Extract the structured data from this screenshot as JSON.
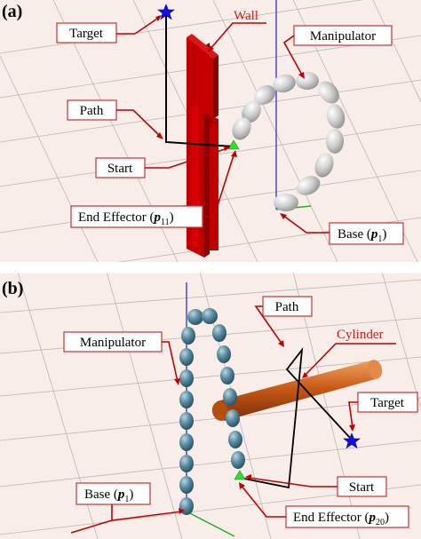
{
  "panels": [
    {
      "label": "(a)",
      "callouts": {
        "target": "Target",
        "wall": "Wall",
        "manipulator": "Manipulator",
        "path": "Path",
        "start": "Start",
        "end_effector": "End Effector (",
        "end_effector_sym": "p",
        "end_effector_sub": "11",
        "end_effector_close": ")",
        "base": "Base (",
        "base_sym": "p",
        "base_sub": "1",
        "base_close": ")"
      },
      "colors": {
        "background": "#f7ebe6",
        "manipulator": "#d8d8d8",
        "obstacle": "#c80000"
      }
    },
    {
      "label": "(b)",
      "callouts": {
        "path": "Path",
        "manipulator": "Manipulator",
        "cylinder": "Cylinder",
        "target": "Target",
        "start": "Start",
        "base": "Base (",
        "base_sym": "p",
        "base_sub": "1",
        "base_close": ")",
        "end_effector": "End Effector (",
        "end_effector_sym": "p",
        "end_effector_sub": "20",
        "end_effector_close": ")"
      },
      "colors": {
        "background": "#f7ebe6",
        "manipulator": "#4f7f93",
        "obstacle": "#c8561a"
      }
    }
  ],
  "icons": {
    "target": "blue-star-icon",
    "start": "green-triangle-icon"
  }
}
